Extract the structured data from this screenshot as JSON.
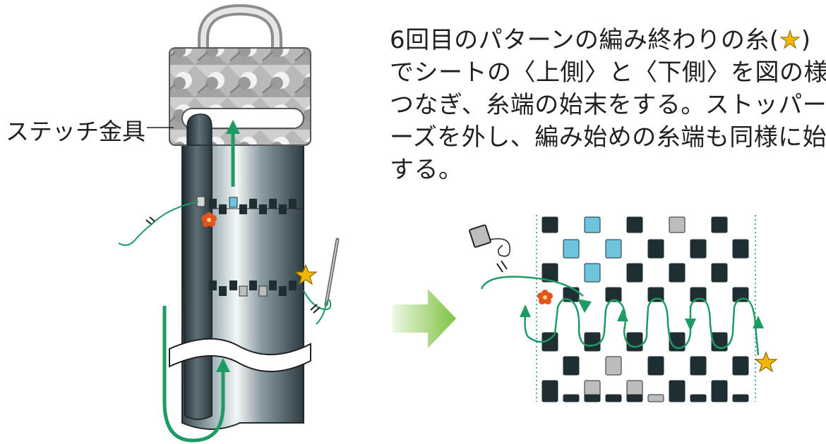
{
  "instructions": {
    "line1_prefix": "6回目のパターンの編み終わりの糸(",
    "line1_star": "★",
    "line1_suffix": ")",
    "line2": "でシートの〈上側〉と〈下側〉を図の様に",
    "line3": "つなぎ、糸端の始末をする。ストッパービ",
    "line4": "ーズを外し、編み始めの糸端も同様に始末",
    "line5": "する。"
  },
  "labels": {
    "stitch_fitting": "ステッチ金具"
  },
  "colors": {
    "thread_green": "#1e9a63",
    "bead_dark": "#1f2e33",
    "bead_blue": "#6ec4dc",
    "bead_gray": "#bdbdbd",
    "star_yellow": "#f2b705",
    "flower_orange": "#e2541e",
    "arrow_green": "#8cc63f"
  }
}
